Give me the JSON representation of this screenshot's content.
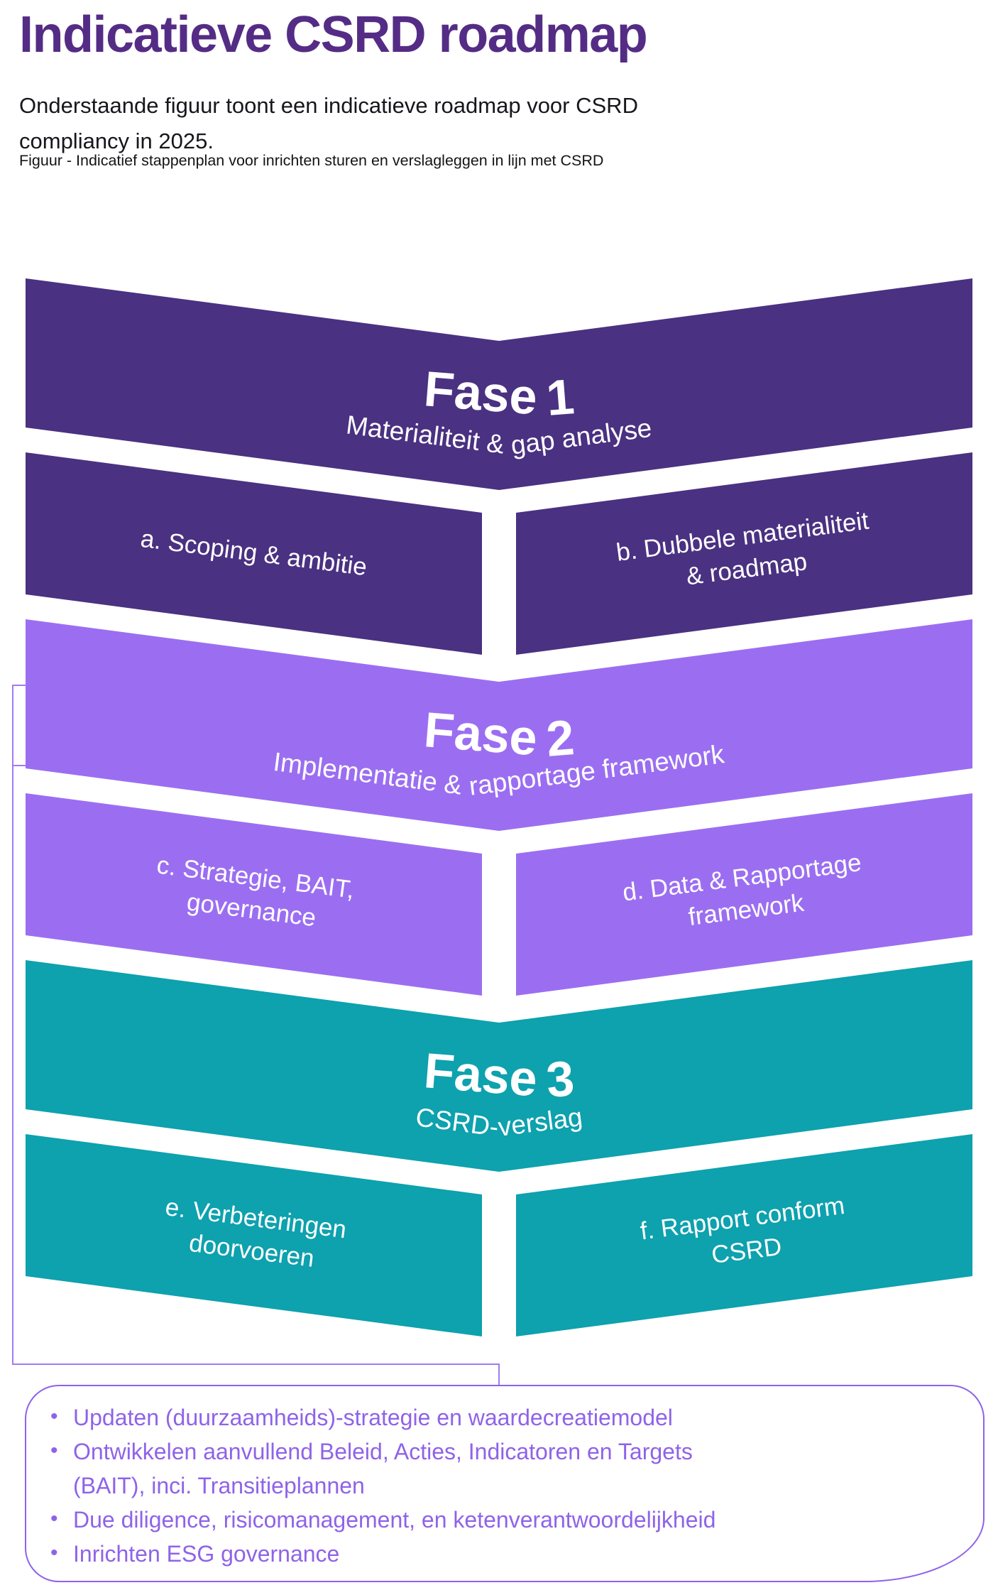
{
  "header": {
    "title": "Indicatieve CSRD roadmap",
    "intro": "Onderstaande figuur toont een indicatieve roadmap voor CSRD compliancy in 2025.",
    "figure_caption": "Figuur - Indicatief stappenplan voor inrichten sturen en verslagleggen in lijn met CSRD"
  },
  "phases": [
    {
      "title": "Fase 1",
      "title_parts": [
        "Fase ",
        "1"
      ],
      "subtitle": "Materialiteit & gap analyse",
      "subtitle_parts": [
        "Materialiteit & ",
        "gap analyse"
      ],
      "color": "#4a3181",
      "steps": [
        {
          "label": "a. Scoping & ambitie",
          "lines": [
            "a. Scoping & ambitie"
          ]
        },
        {
          "label": "b. Dubbele materialiteit & roadmap",
          "lines": [
            "b. Dubbele materialiteit",
            "& roadmap"
          ]
        }
      ]
    },
    {
      "title": "Fase 2",
      "title_parts": [
        "Fase ",
        "2"
      ],
      "subtitle": "Implementatie & rapportage framework",
      "subtitle_parts": [
        "Implementatie & ",
        "rapportage framework"
      ],
      "color": "#9b6ef1",
      "steps": [
        {
          "label": "c. Strategie, BAIT, governance",
          "lines": [
            "c. Strategie, BAIT,",
            "governance"
          ]
        },
        {
          "label": "d. Data & Rapportage framework",
          "lines": [
            "d. Data & Rapportage",
            "framework"
          ]
        }
      ]
    },
    {
      "title": "Fase 3",
      "title_parts": [
        "Fase ",
        "3"
      ],
      "subtitle": "CSRD-verslag",
      "subtitle_parts": [
        "CSRD-",
        "verslag"
      ],
      "color": "#0ea1ae",
      "steps": [
        {
          "label": "e. Verbeteringen doorvoeren",
          "lines": [
            "e. Verbeteringen",
            "doorvoeren"
          ]
        },
        {
          "label": "f. Rapport conform CSRD",
          "lines": [
            "f. Rapport conform",
            "CSRD"
          ]
        }
      ]
    }
  ],
  "notes": {
    "items": [
      "Updaten (duurzaamheids)-strategie en waardecreatiemodel",
      "Ontwikkelen aanvullend Beleid, Acties, Indicatoren en Targets\n(BAIT), inci. Transitieplannen",
      "Due diligence, risicomanagement, en ketenverantwoordelijkheid",
      "Inrichten ESG governance"
    ]
  },
  "colors": {
    "fase1_purple": "#4a3181",
    "fase2_purple": "#9b6ef1",
    "fase3_teal": "#0ea1ae",
    "heading_purple": "#542c85",
    "notes_text_purple": "#8f63e8",
    "notes_border_purple": "#8e62ea",
    "bracket_line_purple": "#a07bf2",
    "body_text": "#17161c",
    "background": "#ffffff",
    "banner_text": "#ffffff"
  }
}
